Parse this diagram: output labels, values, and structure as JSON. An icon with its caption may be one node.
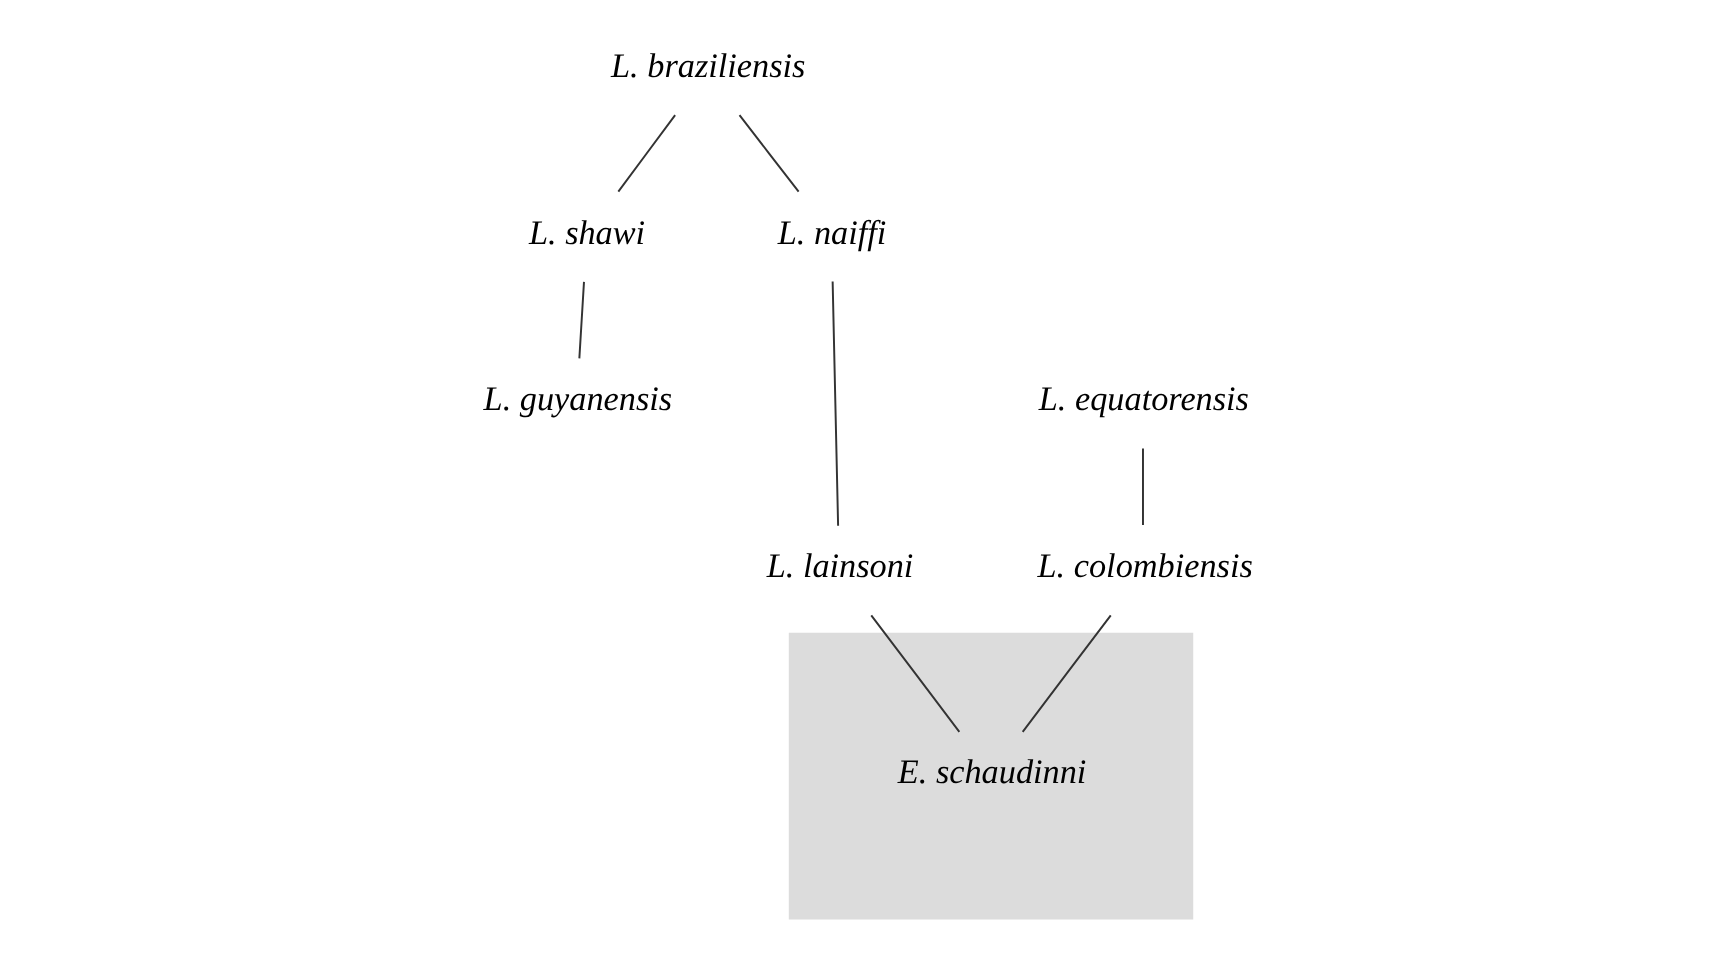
{
  "diagram": {
    "nodes": [
      {
        "text": [
          "L. braziliensis"
        ]
      },
      {
        "text": [
          "L. shawi"
        ]
      },
      {
        "text": [
          "L. naiffi"
        ]
      },
      {
        "text": [
          "L. guyanensis"
        ]
      },
      {
        "text": [
          "L. equatorensis"
        ]
      },
      {
        "text": [
          "L. colombiensis"
        ]
      },
      {
        "text": [],
        "shape": "parallelogram"
      },
      {
        "text": [
          "L. lainsoni"
        ]
      },
      {
        "text": [
          "E. schaudinni"
        ],
        "in": 6
      }
    ],
    "edges": [
      {
        "from": 0,
        "to": 1,
        "arrow": "none"
      },
      {
        "from": 0,
        "to": 2,
        "arrow": "none"
      },
      {
        "from": 1,
        "to": 3,
        "arrow": "none"
      },
      {
        "from": 4,
        "to": 5,
        "arrow": "none"
      },
      {
        "from": 2,
        "to": 7,
        "arrow": "none"
      },
      {
        "from": 5,
        "to": 8,
        "arrow": "none"
      },
      {
        "from": 7,
        "to": 8,
        "arrow": "none"
      }
    ]
  }
}
